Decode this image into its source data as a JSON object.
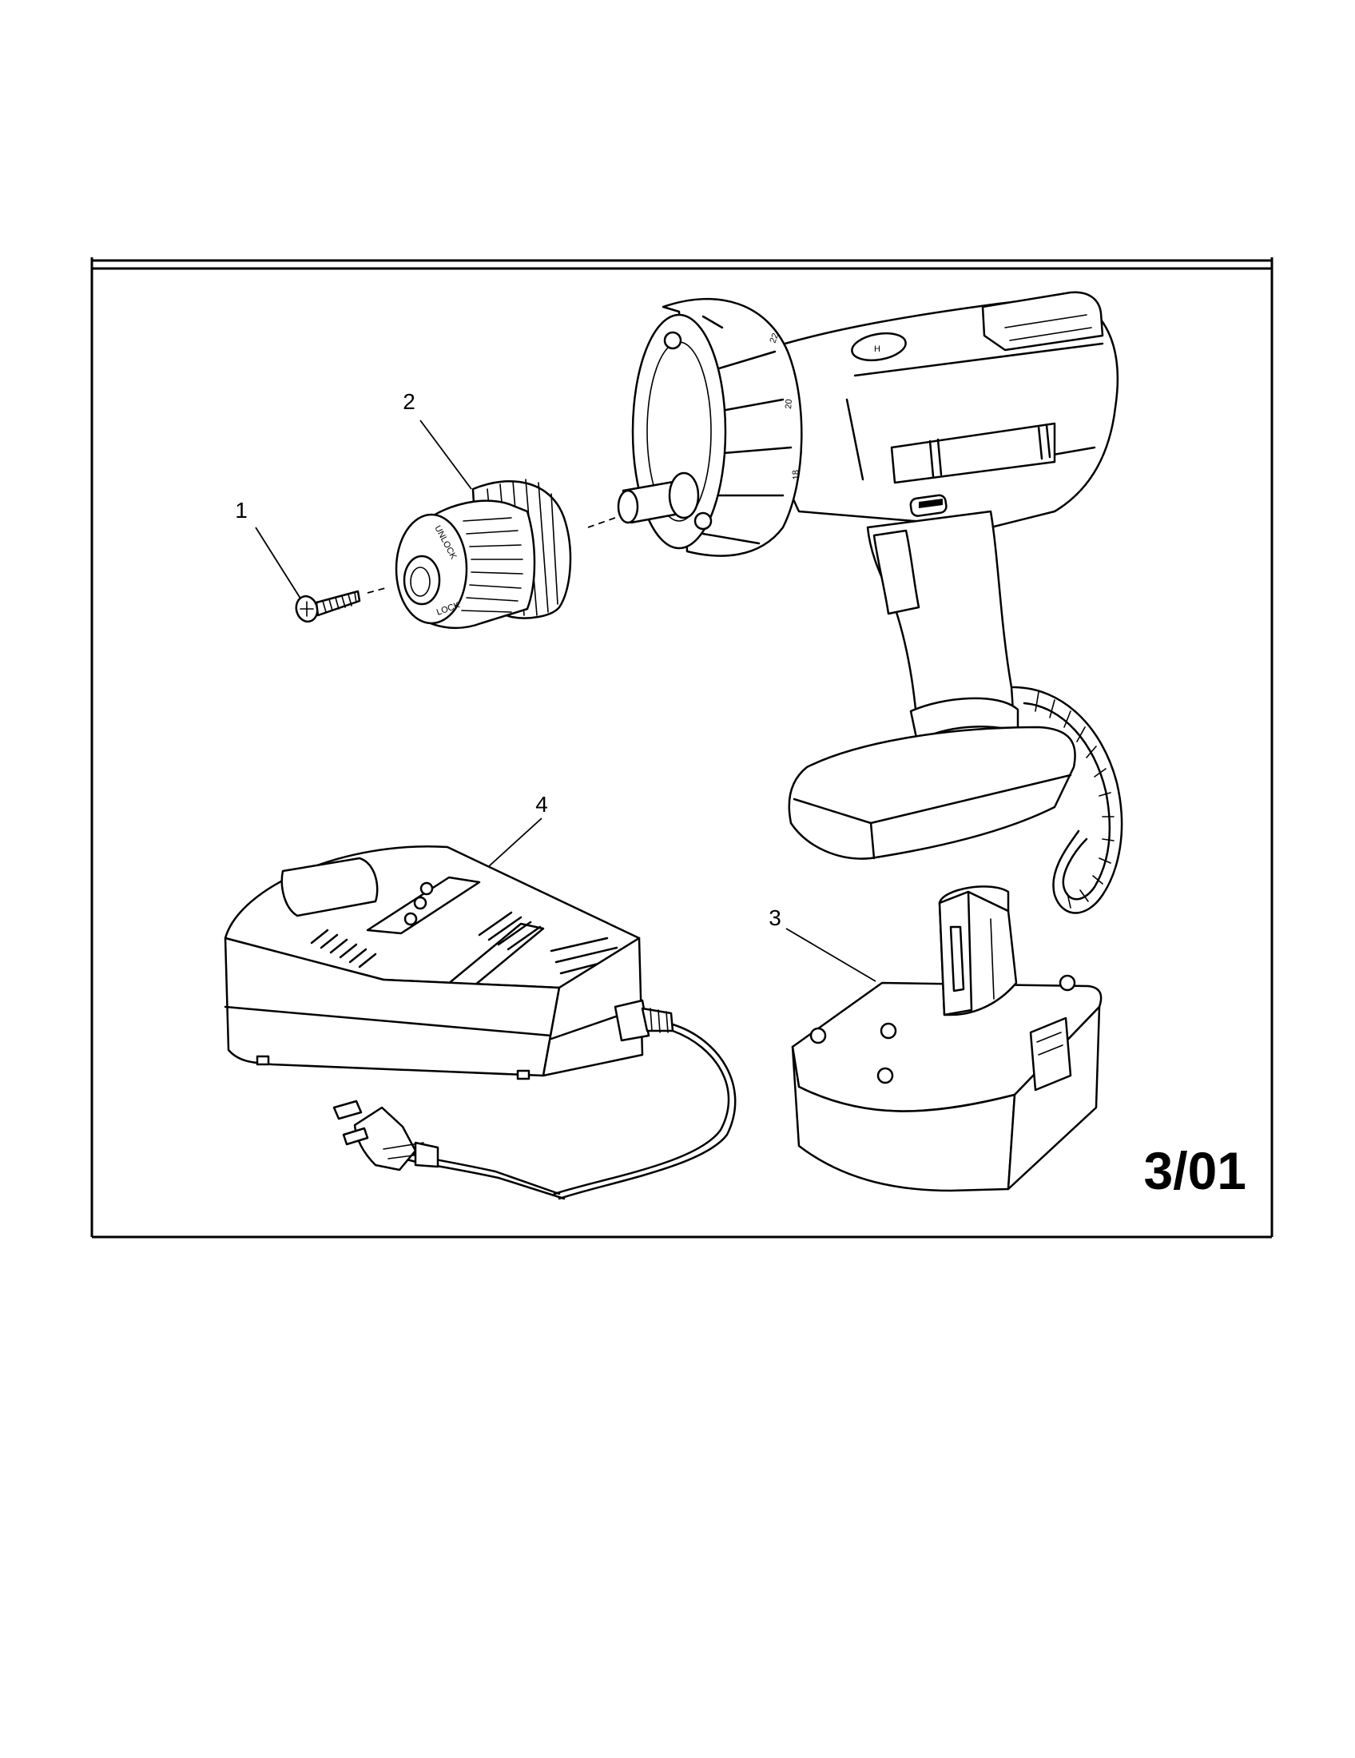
{
  "parts": [
    {
      "number": "1"
    },
    {
      "number": "2"
    },
    {
      "number": "3"
    },
    {
      "number": "4"
    }
  ],
  "chuck_markings": {
    "unlock": "UNLOCK",
    "lock": "LOCK"
  },
  "clutch_markings": [
    "22",
    "20",
    "18"
  ],
  "switch_marking": "H",
  "revision": "3/01",
  "colors": {
    "line": "#000000",
    "background": "#ffffff"
  }
}
